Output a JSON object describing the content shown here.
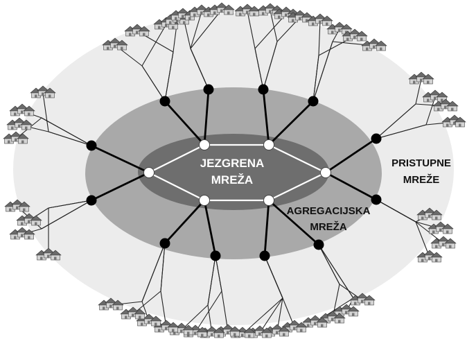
{
  "labels": {
    "core_line1": "JEZGRENA",
    "core_line2": "MREŽA",
    "aggregation_line1": "AGREGACIJSKA",
    "aggregation_line2": "MREŽA",
    "access_line1": "PRISTUPNE",
    "access_line2": "MREŽE"
  },
  "colors": {
    "outer_ring": "#ececec",
    "aggregation_ring": "#a9a9a9",
    "core": "#6e6e6e",
    "core_link": "#ffffff",
    "aggregation_node": "#000000",
    "core_node": "#ffffff",
    "house_roof": "#6b6b6b",
    "house_wall": "#d4d4d4"
  },
  "icons": {
    "house": "house-icon",
    "core_node": "core-node-icon",
    "aggregation_node": "aggregation-node-icon"
  }
}
